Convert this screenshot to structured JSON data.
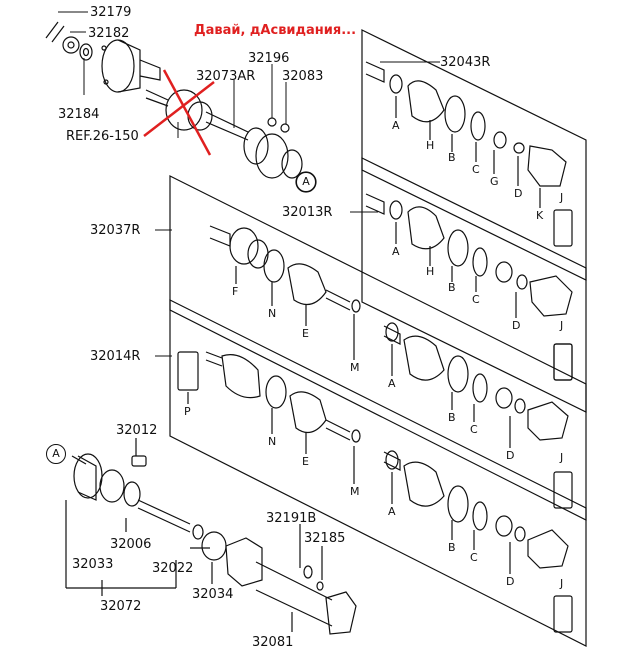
{
  "annotation": "Давай, дАсвидания...",
  "parts": {
    "p32179": "32179",
    "p32182": "32182",
    "p32184": "32184",
    "ref": "REF.26-150",
    "p32196": "32196",
    "p32073AR": "32073AR",
    "p32083": "32083",
    "p32043R": "32043R",
    "p32013R": "32013R",
    "p32037R": "32037R",
    "p32014R": "32014R",
    "p32012": "32012",
    "p32006": "32006",
    "p32033": "32033",
    "p32022": "32022",
    "p32072": "32072",
    "p32034": "32034",
    "p32191B": "32191B",
    "p32185": "32185",
    "p32081": "32081"
  },
  "letters": {
    "A": "A",
    "B": "B",
    "C": "C",
    "D": "D",
    "E": "E",
    "F": "F",
    "G": "G",
    "H": "H",
    "J": "J",
    "K": "K",
    "M": "M",
    "N": "N",
    "P": "P"
  },
  "callout": "A",
  "colors": {
    "ink": "#111111",
    "annotation": "#e02020",
    "background": "#ffffff"
  }
}
